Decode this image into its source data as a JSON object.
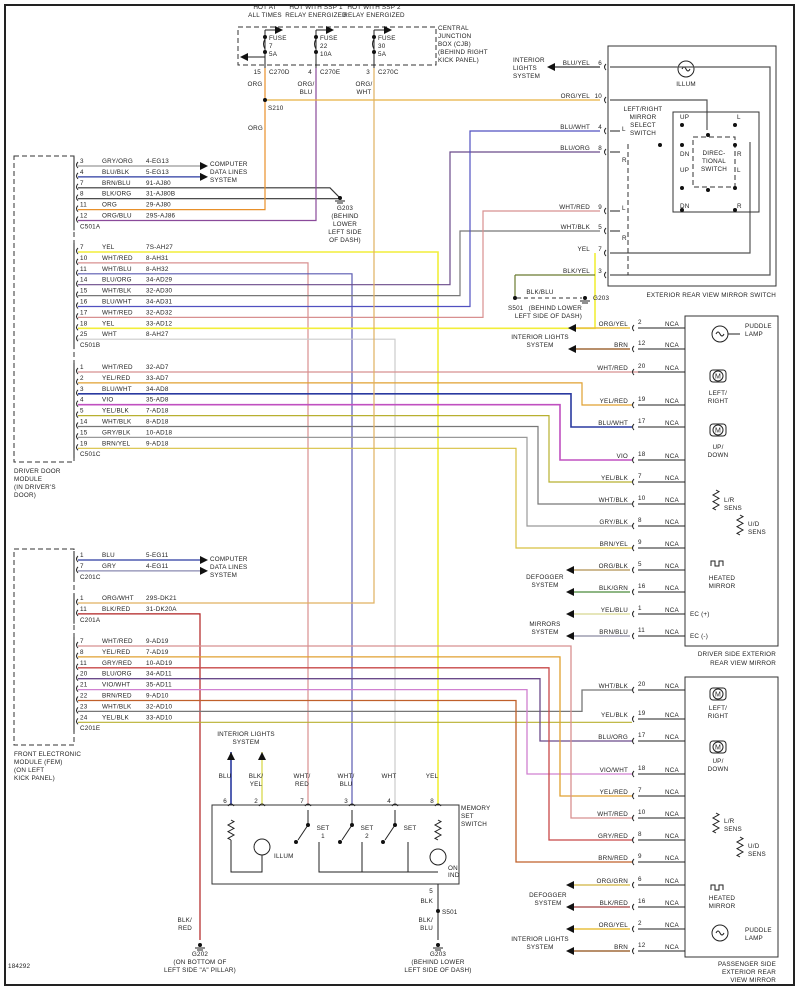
{
  "diagram_id": "184292",
  "colors": {
    "ORG": "#e8902a",
    "YEL": "#f2ee3a",
    "BLU": "#2a3aa0",
    "WHT": "#bbbbbb",
    "RED": "#c83030",
    "BLK": "#333333",
    "VIO": "#c050c0",
    "GRY": "#999999",
    "BRN": "#a06a3a",
    "GRN": "#4a8a3a",
    "PINKRED": "#d89090"
  },
  "cjb": {
    "label": [
      "CENTRAL",
      "JUNCTION",
      "BOX (CJB)",
      "(BEHIND RIGHT",
      "KICK PANEL)"
    ],
    "fuses": [
      {
        "header": [
          "HOT AT",
          "ALL TIMES"
        ],
        "fuse": "FUSE",
        "num": "7",
        "amp": "5A",
        "pin": "15",
        "connector": "C270D",
        "wire": [
          "ORG"
        ]
      },
      {
        "header": [
          "HOT WITH SSP 1",
          "RELAY ENERGIZED"
        ],
        "fuse": "FUSE",
        "num": "22",
        "amp": "10A",
        "pin": "4",
        "connector": "C270E",
        "wire": [
          "ORG/",
          "BLU"
        ]
      },
      {
        "header": [
          "HOT WITH SSP 2",
          "RELAY ENERGIZED"
        ],
        "fuse": "FUSE",
        "num": "30",
        "amp": "5A",
        "pin": "3",
        "connector": "C270C",
        "wire": [
          "ORG/",
          "WHT"
        ]
      }
    ],
    "splice": "S210",
    "org_label": "ORG"
  },
  "driver_door_module": {
    "label": [
      "DRIVER DOOR",
      "MODULE",
      "(IN DRIVER'S",
      "DOOR)"
    ],
    "connectors": [
      {
        "name": "C501A",
        "pins": [
          {
            "pin": "3",
            "color": "GRY/ORG",
            "circuit": "4-EG13"
          },
          {
            "pin": "4",
            "color": "BLU/BLK",
            "circuit": "5-EG13"
          },
          {
            "pin": "7",
            "color": "BRN/BLU",
            "circuit": "91-AJ80"
          },
          {
            "pin": "8",
            "color": "BLK/ORG",
            "circuit": "31-AJ80B"
          },
          {
            "pin": "11",
            "color": "ORG",
            "circuit": "29-AJ80"
          },
          {
            "pin": "12",
            "color": "ORG/BLU",
            "circuit": "29S-AJ86"
          }
        ]
      },
      {
        "name": "C501B",
        "pins": [
          {
            "pin": "7",
            "color": "YEL",
            "circuit": "7S-AH27"
          },
          {
            "pin": "10",
            "color": "WHT/RED",
            "circuit": "8-AH31"
          },
          {
            "pin": "11",
            "color": "WHT/BLU",
            "circuit": "8-AH32"
          },
          {
            "pin": "14",
            "color": "BLU/ORG",
            "circuit": "34-AD29"
          },
          {
            "pin": "15",
            "color": "WHT/BLK",
            "circuit": "32-AD30"
          },
          {
            "pin": "16",
            "color": "BLU/WHT",
            "circuit": "34-AD31"
          },
          {
            "pin": "17",
            "color": "WHT/RED",
            "circuit": "32-AD32"
          },
          {
            "pin": "18",
            "color": "YEL",
            "circuit": "33-AD12"
          },
          {
            "pin": "25",
            "color": "WHT",
            "circuit": "8-AH27"
          }
        ]
      },
      {
        "name": "C501C",
        "pins": [
          {
            "pin": "1",
            "color": "WHT/RED",
            "circuit": "32-AD7"
          },
          {
            "pin": "2",
            "color": "YEL/RED",
            "circuit": "33-AD7"
          },
          {
            "pin": "3",
            "color": "BLU/WHT",
            "circuit": "34-AD8"
          },
          {
            "pin": "4",
            "color": "VIO",
            "circuit": "35-AD8"
          },
          {
            "pin": "5",
            "color": "YEL/BLK",
            "circuit": "7-AD18"
          },
          {
            "pin": "14",
            "color": "WHT/BLK",
            "circuit": "8-AD18"
          },
          {
            "pin": "15",
            "color": "GRY/BLK",
            "circuit": "10-AD18"
          },
          {
            "pin": "19",
            "color": "BRN/YEL",
            "circuit": "9-AD18"
          }
        ]
      }
    ],
    "computer_data_lines": [
      "COMPUTER",
      "DATA LINES",
      "SYSTEM"
    ],
    "ground": {
      "id": "G203",
      "loc": [
        "(BEHIND",
        "LOWER",
        "LEFT SIDE",
        "OF DASH)"
      ]
    }
  },
  "fem": {
    "label": [
      "FRONT ELECTRONIC",
      "MODULE (FEM)",
      "(ON LEFT",
      "KICK PANEL)"
    ],
    "connectors": [
      {
        "name": "C201C",
        "pins": [
          {
            "pin": "1",
            "color": "BLU",
            "circuit": "5-EG11"
          },
          {
            "pin": "7",
            "color": "GRY",
            "circuit": "4-EG11"
          }
        ]
      },
      {
        "name": "C201A",
        "pins": [
          {
            "pin": "1",
            "color": "ORG/WHT",
            "circuit": "29S-DK21"
          },
          {
            "pin": "11",
            "color": "BLK/RED",
            "circuit": "31-DK20A"
          }
        ]
      },
      {
        "name": "C201E",
        "pins": [
          {
            "pin": "7",
            "color": "WHT/RED",
            "circuit": "9-AD19"
          },
          {
            "pin": "8",
            "color": "YEL/RED",
            "circuit": "7-AD19"
          },
          {
            "pin": "11",
            "color": "GRY/RED",
            "circuit": "10-AD19"
          },
          {
            "pin": "20",
            "color": "BLU/ORG",
            "circuit": "34-AD11"
          },
          {
            "pin": "21",
            "color": "VIO/WHT",
            "circuit": "35-AD11"
          },
          {
            "pin": "22",
            "color": "BRN/RED",
            "circuit": "9-AD10"
          },
          {
            "pin": "23",
            "color": "WHT/BLK",
            "circuit": "32-AD10"
          },
          {
            "pin": "24",
            "color": "YEL/BLK",
            "circuit": "33-AD10"
          }
        ]
      }
    ],
    "computer_data_lines": [
      "COMPUTER",
      "DATA LINES",
      "SYSTEM"
    ]
  },
  "mirror_switch": {
    "title": "EXTERIOR REAR VIEW MIRROR SWITCH",
    "illum": "ILLUM",
    "select_switch": [
      "LEFT/RIGHT",
      "MIRROR",
      "SELECT",
      "SWITCH"
    ],
    "directional": [
      "DIREC-",
      "TIONAL",
      "SWITCH"
    ],
    "interior_lights": [
      "INTERIOR",
      "LIGHTS",
      "SYSTEM"
    ],
    "pins": [
      {
        "pin": "6",
        "color": "BLU/YEL"
      },
      {
        "pin": "10",
        "color": "ORG/YEL"
      },
      {
        "pin": "4",
        "color": "BLU/WHT"
      },
      {
        "pin": "8",
        "color": "BLU/ORG"
      },
      {
        "pin": "9",
        "color": "WHT/RED"
      },
      {
        "pin": "5",
        "color": "WHT/BLK"
      },
      {
        "pin": "7",
        "color": "YEL"
      },
      {
        "pin": "3",
        "color": "BLK/YEL"
      }
    ],
    "switch_labels": {
      "up": "UP",
      "dn": "DN",
      "l": "L",
      "r": "R"
    },
    "splice": "S501",
    "ground_wire": "BLK/BLU",
    "ground": {
      "id": "G203",
      "loc": [
        "(BEHIND LOWER",
        "LEFT SIDE OF DASH)"
      ]
    }
  },
  "driver_mirror": {
    "title": [
      "DRIVER SIDE EXTERIOR",
      "REAR VIEW MIRROR"
    ],
    "interior_lights": [
      "INTERIOR LIGHTS",
      "SYSTEM"
    ],
    "defogger": [
      "DEFOGGER",
      "SYSTEM"
    ],
    "mirrors": [
      "MIRRORS",
      "SYSTEM"
    ],
    "nca": "NCA",
    "puddle": [
      "PUDDLE",
      "LAMP"
    ],
    "lr_motor": [
      "LEFT/",
      "RIGHT"
    ],
    "ud_motor": [
      "UP/",
      "DOWN"
    ],
    "lr_sens": [
      "L/R",
      "SENS"
    ],
    "ud_sens": [
      "U/D",
      "SENS"
    ],
    "heated": [
      "HEATED",
      "MIRROR"
    ],
    "ec_plus": "EC (+)",
    "ec_minus": "EC (-)",
    "pins": [
      {
        "pin": "2",
        "color": "ORG/YEL"
      },
      {
        "pin": "12",
        "color": "BRN"
      },
      {
        "pin": "20",
        "color": "WHT/RED"
      },
      {
        "pin": "19",
        "color": "YEL/RED"
      },
      {
        "pin": "17",
        "color": "BLU/WHT"
      },
      {
        "pin": "18",
        "color": "VIO"
      },
      {
        "pin": "7",
        "color": "YEL/BLK"
      },
      {
        "pin": "10",
        "color": "WHT/BLK"
      },
      {
        "pin": "8",
        "color": "GRY/BLK"
      },
      {
        "pin": "9",
        "color": "BRN/YEL"
      },
      {
        "pin": "5",
        "color": "ORG/BLK"
      },
      {
        "pin": "16",
        "color": "BLK/GRN"
      },
      {
        "pin": "1",
        "color": "YEL/BLU"
      },
      {
        "pin": "11",
        "color": "BRN/BLU"
      }
    ]
  },
  "passenger_mirror": {
    "title": [
      "PASSENGER SIDE",
      "EXTERIOR REAR",
      "VIEW MIRROR"
    ],
    "defogger": [
      "DEFOGGER",
      "SYSTEM"
    ],
    "interior_lights": [
      "INTERIOR LIGHTS",
      "SYSTEM"
    ],
    "nca": "NCA",
    "pins": [
      {
        "pin": "20",
        "color": "WHT/BLK"
      },
      {
        "pin": "19",
        "color": "YEL/BLK"
      },
      {
        "pin": "17",
        "color": "BLU/ORG"
      },
      {
        "pin": "18",
        "color": "VIO/WHT"
      },
      {
        "pin": "7",
        "color": "YEL/RED"
      },
      {
        "pin": "10",
        "color": "WHT/RED"
      },
      {
        "pin": "8",
        "color": "GRY/RED"
      },
      {
        "pin": "9",
        "color": "BRN/RED"
      },
      {
        "pin": "6",
        "color": "ORG/GRN"
      },
      {
        "pin": "16",
        "color": "BLK/RED"
      },
      {
        "pin": "2",
        "color": "ORG/YEL"
      },
      {
        "pin": "12",
        "color": "BRN"
      }
    ]
  },
  "memory_switch": {
    "title": [
      "MEMORY",
      "SET",
      "SWITCH"
    ],
    "interior_lights": [
      "INTERIOR LIGHTS",
      "SYSTEM"
    ],
    "pins": [
      {
        "pin": "6",
        "color": [
          "BLU"
        ]
      },
      {
        "pin": "2",
        "color": [
          "BLK/",
          "YEL"
        ]
      },
      {
        "pin": "7",
        "color": [
          "WHT/",
          "RED"
        ]
      },
      {
        "pin": "3",
        "color": [
          "WHT/",
          "BLU"
        ]
      },
      {
        "pin": "4",
        "color": [
          "WHT"
        ]
      },
      {
        "pin": "8",
        "color": [
          "YEL"
        ]
      }
    ],
    "set_labels": [
      [
        "SET",
        "1"
      ],
      [
        "SET",
        "2"
      ],
      [
        "SET"
      ]
    ],
    "illum": "ILLUM",
    "on_ind": [
      "ON",
      "IND"
    ],
    "bottom_pin": "5",
    "bottom_wire": "BLK",
    "splice": "S501",
    "ground_wire": [
      "BLK/",
      "BLU"
    ],
    "ground": {
      "id": "G203",
      "loc": [
        "(BEHIND LOWER",
        "LEFT SIDE OF DASH)"
      ]
    }
  },
  "fem_ground": {
    "wire": [
      "BLK/",
      "RED"
    ],
    "id": "G202",
    "loc": [
      "(ON BOTTOM OF",
      "LEFT SIDE \"A\" PILLAR)"
    ]
  }
}
